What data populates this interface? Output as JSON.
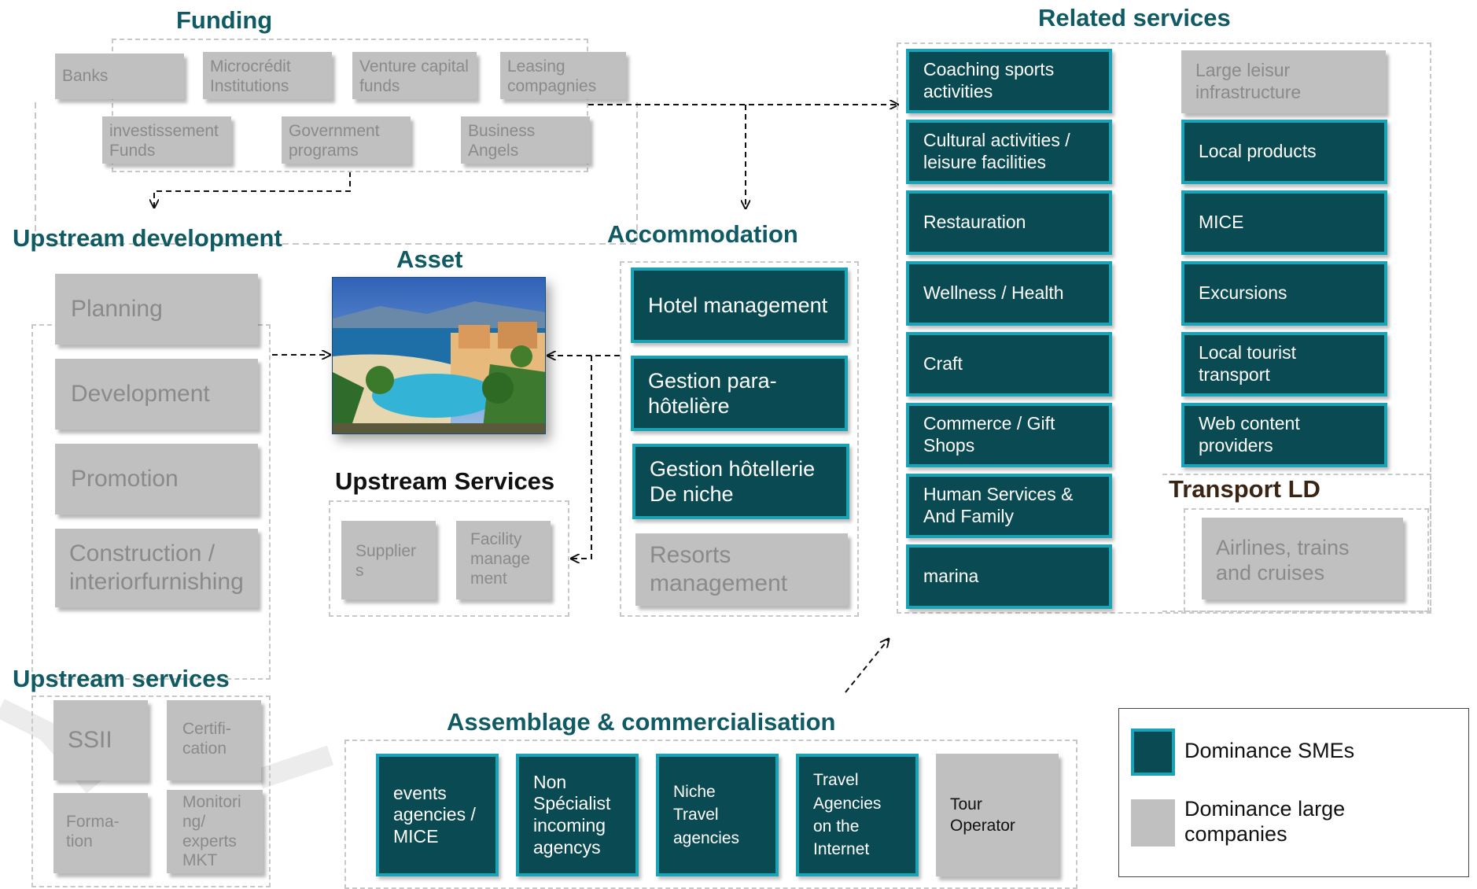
{
  "colors": {
    "teal_fill": "#0a4a52",
    "teal_border": "#1aa2b5",
    "grey_fill": "#c0c0c0",
    "grey_text": "#8a8a8a",
    "title_color": "#0f5a63"
  },
  "funding": {
    "title": "Funding",
    "row1": [
      "Banks",
      "Microcrédit Institutions",
      "Venture capital funds",
      "Leasing compagnies"
    ],
    "row2": [
      "investissement Funds",
      "Government programs",
      "Business Angels"
    ]
  },
  "related_services": {
    "title": "Related services",
    "left": [
      "Coaching sports activities",
      "Cultural activities / leisure facilities",
      "Restauration",
      "Wellness / Health",
      "Craft",
      "Commerce / Gift Shops",
      "Human Services & And Family",
      "marina"
    ],
    "right_grey": "Large leisur infrastructure",
    "right": [
      "Local products",
      "MICE",
      "Excursions",
      "Local tourist transport",
      "Web content providers"
    ]
  },
  "transport_ld": {
    "title": "Transport LD",
    "item": "Airlines, trains and cruises"
  },
  "upstream_development": {
    "title": "Upstream development",
    "items": [
      "Planning",
      "Development",
      "Promotion",
      "Construction / interiorfurnishing"
    ]
  },
  "asset": {
    "title": "Asset",
    "image_icon": "resort-photo-icon"
  },
  "accommodation": {
    "title": "Accommodation",
    "teal": [
      "Hotel management",
      "Gestion para-hôtelière",
      "Gestion hôtellerie De niche"
    ],
    "grey": "Resorts management"
  },
  "upstream_services_center": {
    "title": "Upstream Services",
    "items": [
      "Supplier s",
      "Facility manage ment"
    ]
  },
  "upstream_services_left": {
    "title": "Upstream services",
    "items": [
      "SSII",
      "Certifi-cation",
      "Forma-tion",
      "Monitori ng/ experts MKT"
    ]
  },
  "assemblage": {
    "title": "Assemblage & commercialisation",
    "teal": [
      "events agencies / MICE",
      "Non Spécialist incoming agencys",
      "Niche Travel agencies",
      "Travel Agencies on the Internet"
    ],
    "grey": "Tour Operator"
  },
  "legend": {
    "sme": "Dominance SMEs",
    "large": "Dominance large companies"
  }
}
